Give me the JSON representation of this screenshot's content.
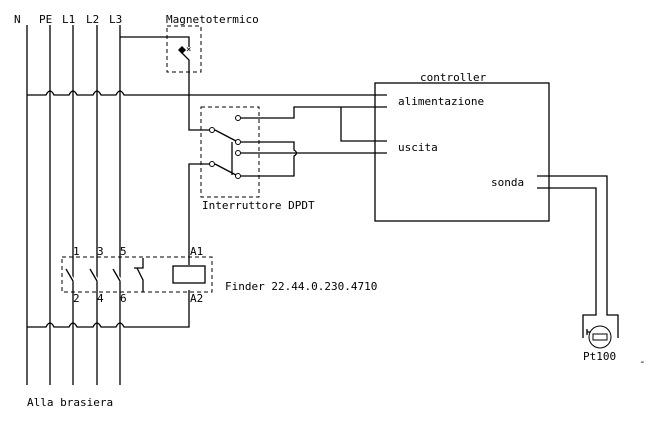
{
  "bus_labels": [
    "N",
    "PE",
    "L1",
    "L2",
    "L3"
  ],
  "breaker": {
    "label": "Magnetotermico"
  },
  "switch": {
    "label": "Interruttore DPDT"
  },
  "controller": {
    "title": "controller",
    "inputs": {
      "power": "alimentazione",
      "output": "uscita",
      "probe": "sonda"
    }
  },
  "relay": {
    "label": "Finder 22.44.0.230.4710",
    "terminals_top": [
      "1",
      "3",
      "5"
    ],
    "terminals_bottom": [
      "2",
      "4",
      "6"
    ],
    "coil_top": "A1",
    "coil_bottom": "A2"
  },
  "sensor": {
    "label": "Pt100"
  },
  "footer": {
    "label": "Alla brasiera"
  },
  "stray_mark": "-"
}
